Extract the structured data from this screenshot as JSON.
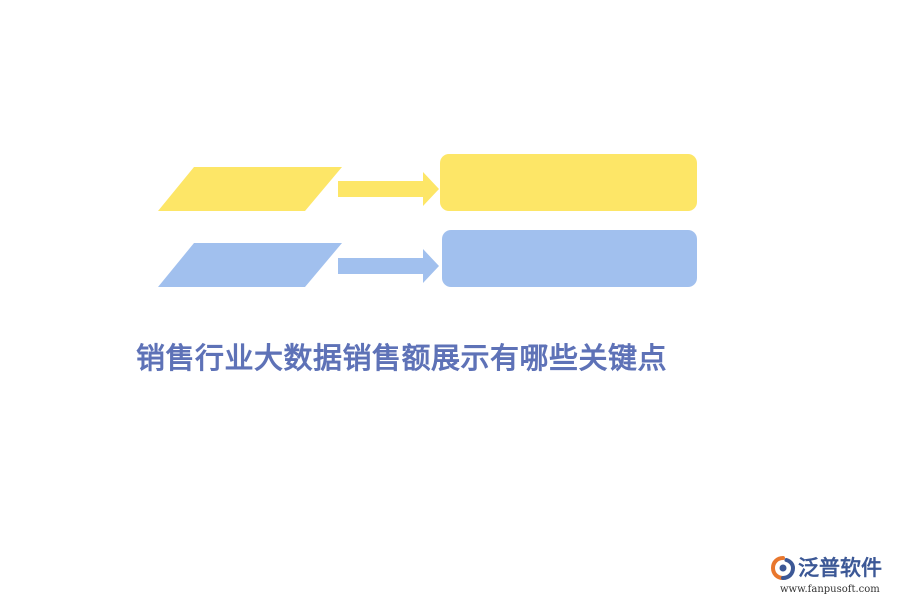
{
  "title": "销售行业大数据销售额展示有哪些关键点",
  "diagram": {
    "rows": [
      {
        "color": "#FDE667"
      },
      {
        "color": "#A1C0EE"
      }
    ]
  },
  "logo": {
    "name": "泛普软件",
    "url": "www.fanpusoft.com",
    "name_color": "#3C5896",
    "mark_colors": [
      "#E8772E",
      "#3C5896"
    ]
  },
  "colors": {
    "title": "#5E72B7",
    "url": "#333333"
  }
}
